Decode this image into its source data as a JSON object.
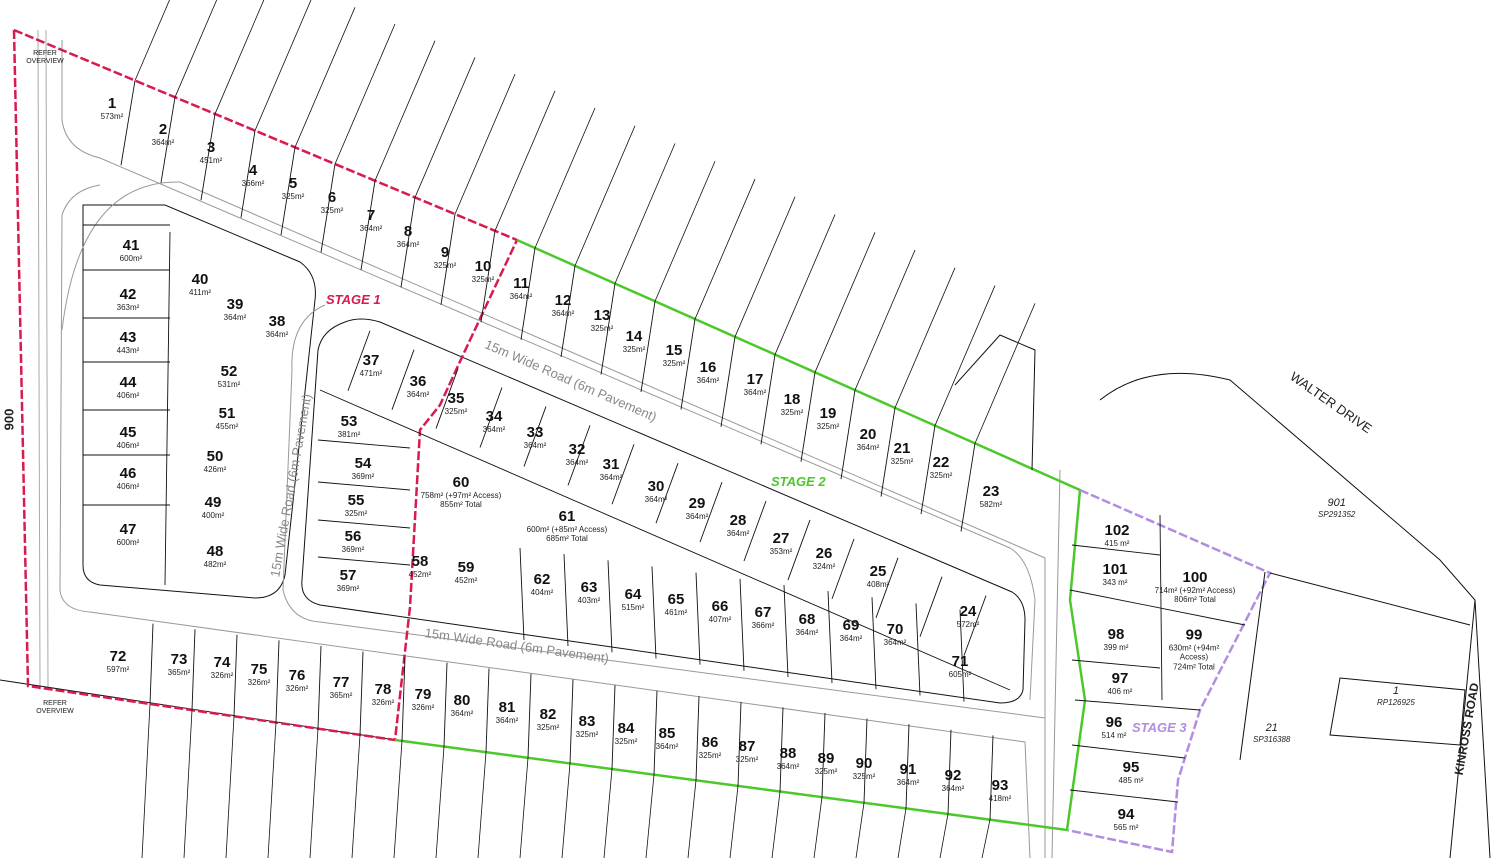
{
  "map": {
    "stages": [
      {
        "label": "STAGE 1",
        "color": "#d81b4f"
      },
      {
        "label": "STAGE 2",
        "color": "#4cc82a"
      },
      {
        "label": "STAGE 3",
        "color": "#b28de0"
      }
    ],
    "roads": {
      "internal_upper": "15m Wide Road (6m Pavement)",
      "internal_left": "15m Wide Road (6m Pavement)",
      "internal_lower": "15m Wide Road (6m Pavement)",
      "walter": "WALTER DRIVE",
      "kinross": "KINROSS ROAD",
      "west": "900"
    },
    "refer_top": "REFER OVERVIEW",
    "refer_bottom": "REFER OVERVIEW",
    "parcels": [
      {
        "num": "901",
        "plan": "SP291352"
      },
      {
        "num": "21",
        "plan": "SP316388"
      },
      {
        "num": "1",
        "plan": "RP126925"
      }
    ],
    "lots": [
      {
        "n": "1",
        "a": "573m²"
      },
      {
        "n": "2",
        "a": "364m²"
      },
      {
        "n": "3",
        "a": "451m²"
      },
      {
        "n": "4",
        "a": "366m²"
      },
      {
        "n": "5",
        "a": "325m²"
      },
      {
        "n": "6",
        "a": "325m²"
      },
      {
        "n": "7",
        "a": "364m²"
      },
      {
        "n": "8",
        "a": "364m²"
      },
      {
        "n": "9",
        "a": "325m²"
      },
      {
        "n": "10",
        "a": "325m²"
      },
      {
        "n": "11",
        "a": "364m²"
      },
      {
        "n": "12",
        "a": "364m²"
      },
      {
        "n": "13",
        "a": "325m²"
      },
      {
        "n": "14",
        "a": "325m²"
      },
      {
        "n": "15",
        "a": "325m²"
      },
      {
        "n": "16",
        "a": "364m²"
      },
      {
        "n": "17",
        "a": "364m²"
      },
      {
        "n": "18",
        "a": "325m²"
      },
      {
        "n": "19",
        "a": "325m²"
      },
      {
        "n": "20",
        "a": "364m²"
      },
      {
        "n": "21",
        "a": "325m²"
      },
      {
        "n": "22",
        "a": "325m²"
      },
      {
        "n": "23",
        "a": "582m²"
      },
      {
        "n": "24",
        "a": "572m²"
      },
      {
        "n": "25",
        "a": "408m²"
      },
      {
        "n": "26",
        "a": "324m²"
      },
      {
        "n": "27",
        "a": "353m²"
      },
      {
        "n": "28",
        "a": "364m²"
      },
      {
        "n": "29",
        "a": "364m²"
      },
      {
        "n": "30",
        "a": "364m²"
      },
      {
        "n": "31",
        "a": "364m²"
      },
      {
        "n": "32",
        "a": "364m²"
      },
      {
        "n": "33",
        "a": "364m²"
      },
      {
        "n": "34",
        "a": "364m²"
      },
      {
        "n": "35",
        "a": "325m²"
      },
      {
        "n": "36",
        "a": "364m²"
      },
      {
        "n": "37",
        "a": "471m²"
      },
      {
        "n": "38",
        "a": "364m²"
      },
      {
        "n": "39",
        "a": "364m²"
      },
      {
        "n": "40",
        "a": "411m²"
      },
      {
        "n": "41",
        "a": "600m²"
      },
      {
        "n": "42",
        "a": "363m²"
      },
      {
        "n": "43",
        "a": "443m²"
      },
      {
        "n": "44",
        "a": "406m²"
      },
      {
        "n": "45",
        "a": "406m²"
      },
      {
        "n": "46",
        "a": "406m²"
      },
      {
        "n": "47",
        "a": "600m²"
      },
      {
        "n": "48",
        "a": "482m²"
      },
      {
        "n": "49",
        "a": "400m²"
      },
      {
        "n": "50",
        "a": "426m²"
      },
      {
        "n": "51",
        "a": "455m²"
      },
      {
        "n": "52",
        "a": "531m²"
      },
      {
        "n": "53",
        "a": "381m²"
      },
      {
        "n": "54",
        "a": "369m²"
      },
      {
        "n": "55",
        "a": "325m²"
      },
      {
        "n": "56",
        "a": "369m²"
      },
      {
        "n": "57",
        "a": "369m²"
      },
      {
        "n": "58",
        "a": "452m²"
      },
      {
        "n": "59",
        "a": "452m²"
      },
      {
        "n": "60",
        "a": "758m² (+97m² Access)",
        "t": "855m² Total"
      },
      {
        "n": "61",
        "a": "600m² (+85m² Access)",
        "t": "685m² Total"
      },
      {
        "n": "62",
        "a": "404m²"
      },
      {
        "n": "63",
        "a": "403m²"
      },
      {
        "n": "64",
        "a": "515m²"
      },
      {
        "n": "65",
        "a": "461m²"
      },
      {
        "n": "66",
        "a": "407m²"
      },
      {
        "n": "67",
        "a": "366m²"
      },
      {
        "n": "68",
        "a": "364m²"
      },
      {
        "n": "69",
        "a": "364m²"
      },
      {
        "n": "70",
        "a": "364m²"
      },
      {
        "n": "71",
        "a": "605m²"
      },
      {
        "n": "72",
        "a": "597m²"
      },
      {
        "n": "73",
        "a": "365m²"
      },
      {
        "n": "74",
        "a": "326m²"
      },
      {
        "n": "75",
        "a": "326m²"
      },
      {
        "n": "76",
        "a": "326m²"
      },
      {
        "n": "77",
        "a": "365m²"
      },
      {
        "n": "78",
        "a": "326m²"
      },
      {
        "n": "79",
        "a": "326m²"
      },
      {
        "n": "80",
        "a": "364m²"
      },
      {
        "n": "81",
        "a": "364m²"
      },
      {
        "n": "82",
        "a": "325m²"
      },
      {
        "n": "83",
        "a": "325m²"
      },
      {
        "n": "84",
        "a": "325m²"
      },
      {
        "n": "85",
        "a": "364m²"
      },
      {
        "n": "86",
        "a": "325m²"
      },
      {
        "n": "87",
        "a": "325m²"
      },
      {
        "n": "88",
        "a": "364m²"
      },
      {
        "n": "89",
        "a": "325m²"
      },
      {
        "n": "90",
        "a": "325m²"
      },
      {
        "n": "91",
        "a": "364m²"
      },
      {
        "n": "92",
        "a": "364m²"
      },
      {
        "n": "93",
        "a": "418m²"
      },
      {
        "n": "94",
        "a": "565 m²"
      },
      {
        "n": "95",
        "a": "485 m²"
      },
      {
        "n": "96",
        "a": "514 m²"
      },
      {
        "n": "97",
        "a": "406 m²"
      },
      {
        "n": "98",
        "a": "399 m²"
      },
      {
        "n": "99",
        "a": "630m² (+94m²",
        "t": "Access)",
        "t2": "724m² Total"
      },
      {
        "n": "100",
        "a": "714m² (+92m² Access)",
        "t": "806m² Total"
      },
      {
        "n": "101",
        "a": "343 m²"
      },
      {
        "n": "102",
        "a": "415 m²"
      }
    ]
  }
}
